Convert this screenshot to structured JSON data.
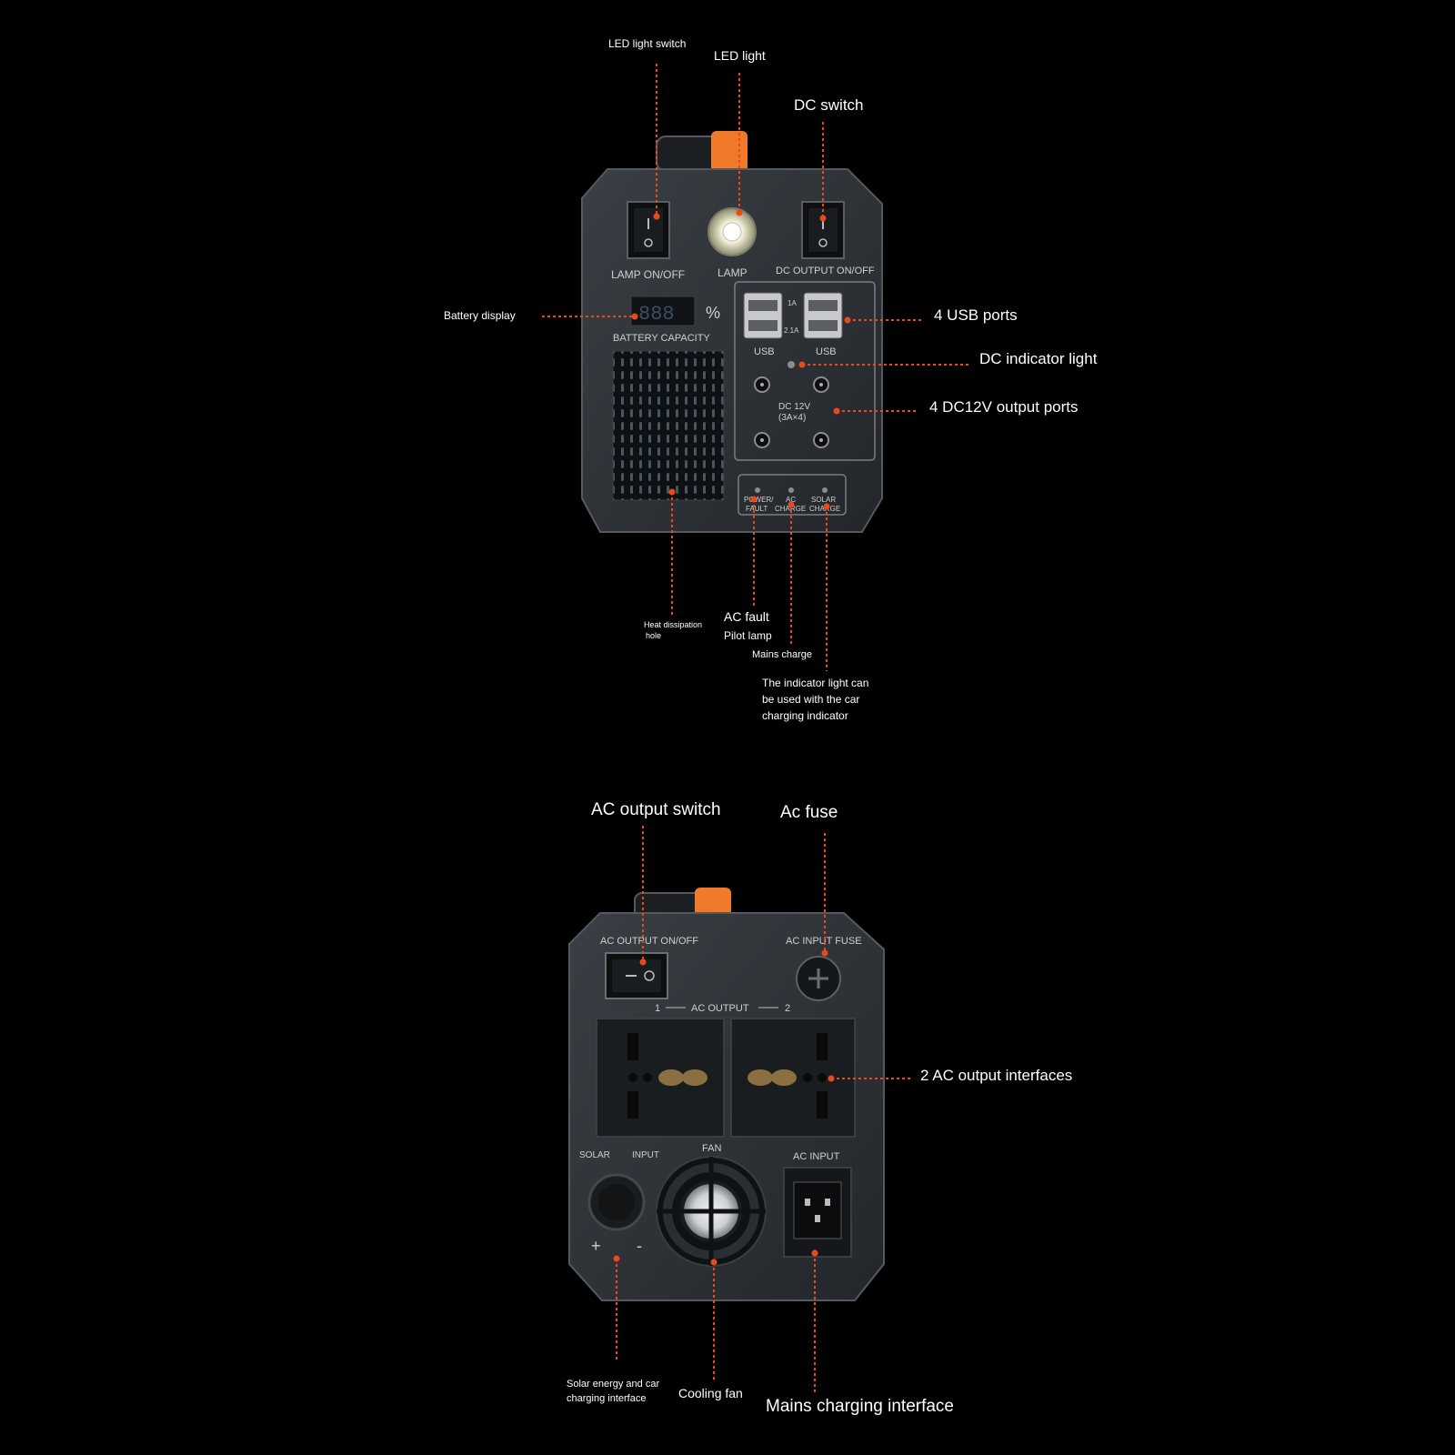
{
  "front_panel": {
    "lamp_switch_label": "LAMP  ON/OFF",
    "lamp_label": "LAMP",
    "dc_switch_label": "DC OUTPUT  ON/OFF",
    "display_digits": "888",
    "display_unit": "%",
    "battery_capacity_label": "BATTERY CAPACITY",
    "usb_label_1": "USB",
    "usb_label_2": "USB",
    "usb_rating_1": "1A",
    "usb_rating_2": "2.1A",
    "dc_label_line1": "DC 12V",
    "dc_label_line2": "(3A×4)",
    "indicator_power_1": "POWER/",
    "indicator_power_2": "FAULT",
    "indicator_ac_1": "AC",
    "indicator_ac_2": "CHARGE",
    "indicator_solar_1": "SOLAR",
    "indicator_solar_2": "CHARGE"
  },
  "back_panel": {
    "ac_switch_label": "AC OUTPUT ON/OFF",
    "ac_fuse_label": "AC INPUT FUSE",
    "ac_output_left": "1",
    "ac_output_label": "AC OUTPUT",
    "ac_output_right": "2",
    "solar_label": "SOLAR",
    "input_label": "INPUT",
    "fan_label": "FAN",
    "ac_input_label": "AC INPUT",
    "plus_sign": "+",
    "minus_sign": "-"
  },
  "callouts": {
    "led_light_switch": "LED light switch",
    "led_light": "LED light",
    "dc_switch": "DC switch",
    "battery_display": "Battery display",
    "usb_ports": "4 USB ports",
    "dc_indicator_light": "DC indicator light",
    "dc12v_ports": "4 DC12V output ports",
    "heat_hole_1": "Heat dissipation",
    "heat_hole_2": "hole",
    "ac_fault": "AC fault",
    "pilot_lamp": "Pilot lamp",
    "mains_charge": "Mains charge",
    "indicator_note": "The indicator light can be used with the car charging indicator",
    "ac_output_switch": "AC output switch",
    "ac_fuse": "Ac fuse",
    "ac_output_interfaces": "2 AC output interfaces",
    "solar_interface": "Solar energy and car charging interface",
    "cooling_fan": "Cooling fan",
    "mains_charging_interface": "Mains charging interface"
  },
  "colors": {
    "background": "#000000",
    "device_body": "#2b2f34",
    "leader_line": "#e8491d",
    "handle_orange": "#f07a2a"
  }
}
